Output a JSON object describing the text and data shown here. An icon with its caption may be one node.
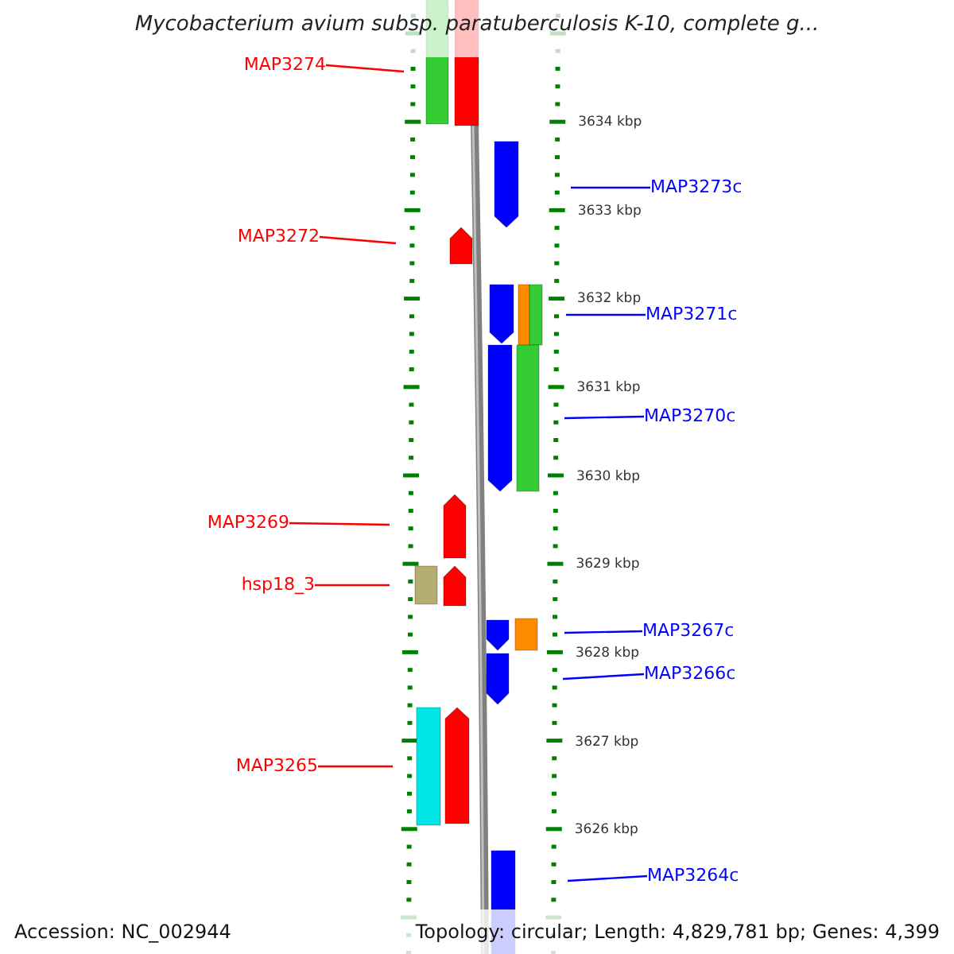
{
  "diagram": {
    "title": "Mycobacterium avium subsp. paratuberculosis K-10, complete g...",
    "nodes": [
      {
        "text": [
          "MAP3274"
        ]
      },
      {
        "text": [
          "MAP3273c"
        ]
      },
      {
        "text": [
          "MAP3272"
        ]
      },
      {
        "text": [
          "MAP3271c"
        ]
      },
      {
        "text": [
          "MAP3270c"
        ]
      },
      {
        "text": [
          "MAP3269"
        ]
      },
      {
        "text": [
          "hsp18_3"
        ]
      },
      {
        "text": [
          "MAP3267c"
        ]
      },
      {
        "text": [
          "MAP3266c"
        ]
      },
      {
        "text": [
          "MAP3265"
        ]
      },
      {
        "text": [
          "MAP3264c"
        ]
      }
    ],
    "edges": [
      {
        "from": 0,
        "to": null,
        "arrow": "none",
        "color": "#ff0000"
      },
      {
        "from": 1,
        "to": null,
        "arrow": "none"
      },
      {
        "from": 2,
        "to": null,
        "arrow": "none",
        "color": "#ff0000"
      },
      {
        "from": 3,
        "to": null,
        "arrow": "none"
      },
      {
        "from": 4,
        "to": null,
        "arrow": "none"
      },
      {
        "from": 5,
        "to": null,
        "arrow": "none",
        "color": "#ff0000"
      },
      {
        "from": 6,
        "to": null,
        "arrow": "none",
        "color": "#ff0000"
      },
      {
        "from": 7,
        "to": null,
        "arrow": "none"
      },
      {
        "from": 8,
        "to": null,
        "arrow": "none"
      },
      {
        "from": 9,
        "to": null,
        "arrow": "none",
        "color": "#ff0000"
      },
      {
        "from": 10,
        "to": null,
        "arrow": "none"
      }
    ],
    "labels": [
      "3634 kbp",
      "3633 kbp",
      "3632 kbp",
      "3631 kbp",
      "3630 kbp",
      "3629 kbp",
      "3628 kbp",
      "3627 kbp",
      "3626 kbp",
      "Accession: NC_002944",
      "Topology: circular; Length: 4,829,781 bp; Genes: 4,399"
    ]
  }
}
